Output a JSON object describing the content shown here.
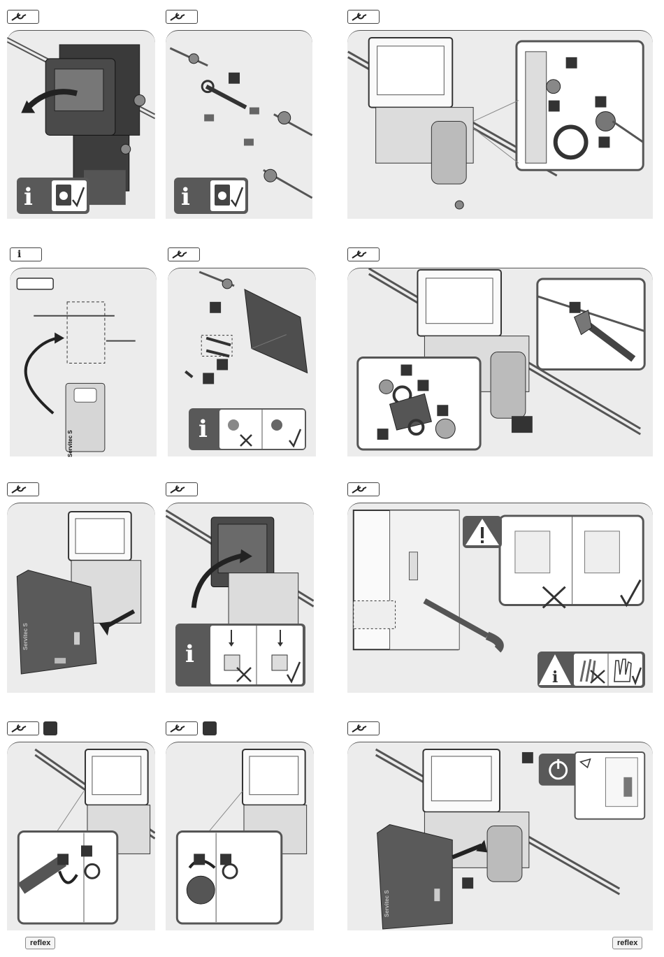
{
  "brand": {
    "logo_left": "reflex",
    "logo_right": "reflex"
  },
  "steps": [
    {
      "id": "1",
      "icon": "wrench-icon"
    },
    {
      "id": "2",
      "icon": "wrench-icon"
    },
    {
      "id": "3",
      "icon": "wrench-icon"
    },
    {
      "id": "4",
      "icon": "info-icon",
      "tag_text": "i"
    },
    {
      "id": "5",
      "icon": "wrench-icon"
    },
    {
      "id": "6",
      "icon": "wrench-icon"
    },
    {
      "id": "7",
      "icon": "wrench-icon"
    },
    {
      "id": "8",
      "icon": "wrench-icon"
    },
    {
      "id": "9",
      "icon": "wrench-icon"
    },
    {
      "id": "10",
      "icon": "wrench-icon",
      "variant_badge": true
    },
    {
      "id": "11",
      "icon": "wrench-icon",
      "variant_badge": true
    },
    {
      "id": "12",
      "icon": "wrench-icon"
    }
  ],
  "product": {
    "name": "Servitec S",
    "cabinet_label": "Servitec S"
  },
  "colors": {
    "panel_bg": "#ececec",
    "info_bg": "#595959",
    "dark": "#333333",
    "line": "#444444"
  }
}
